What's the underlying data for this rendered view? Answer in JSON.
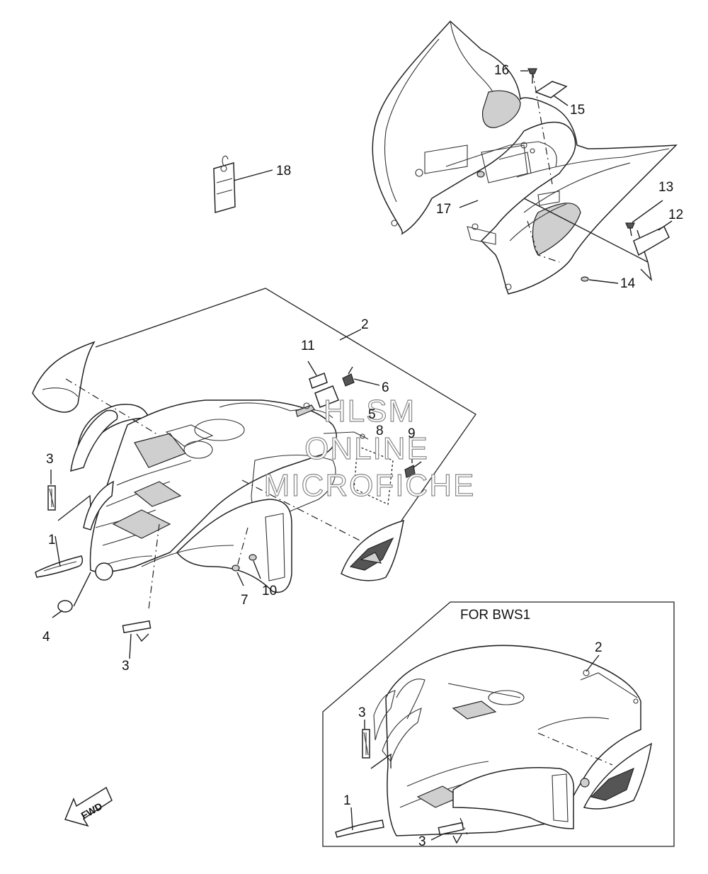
{
  "diagram": {
    "callouts": {
      "c1": "1",
      "c2": "2",
      "c3a": "3",
      "c3b": "3",
      "c4": "4",
      "c5": "5",
      "c6": "6",
      "c7": "7",
      "c8": "8",
      "c9": "9",
      "c10": "10",
      "c11": "11",
      "c12": "12",
      "c13": "13",
      "c14": "14",
      "c15": "15",
      "c16": "16",
      "c17": "17",
      "c18": "18"
    },
    "inset": {
      "title": "FOR BWS1",
      "c1": "1",
      "c2": "2",
      "c3a": "3",
      "c3b": "3"
    },
    "fwd_label": "FWD",
    "watermark": [
      "HLSM",
      "ONLINE",
      "MICROFICHE"
    ]
  }
}
